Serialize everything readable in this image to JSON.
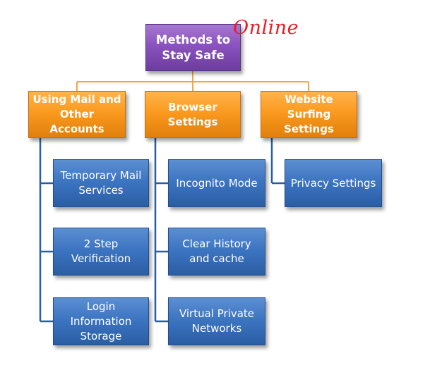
{
  "root": {
    "label": "Methods to\nStay Safe",
    "annotation": "Online"
  },
  "categories": [
    {
      "label": "Using Mail and\nOther Accounts",
      "items": [
        "Temporary Mail\nServices",
        "2 Step\nVerification",
        "Login\nInformation\nStorage"
      ]
    },
    {
      "label": "Browser\nSettings",
      "items": [
        "Incognito Mode",
        "Clear History\nand cache",
        "Virtual Private\nNetworks"
      ]
    },
    {
      "label": "Website Surfing\nSettings",
      "items": [
        "Privacy Settings"
      ]
    }
  ],
  "colors": {
    "root": "#8a52be",
    "category": "#fb9a1f",
    "item": "#3d75c2",
    "root_connector": "#f5a34a",
    "item_connector": "#2a5ea4",
    "annotation": "#ee1b24"
  }
}
